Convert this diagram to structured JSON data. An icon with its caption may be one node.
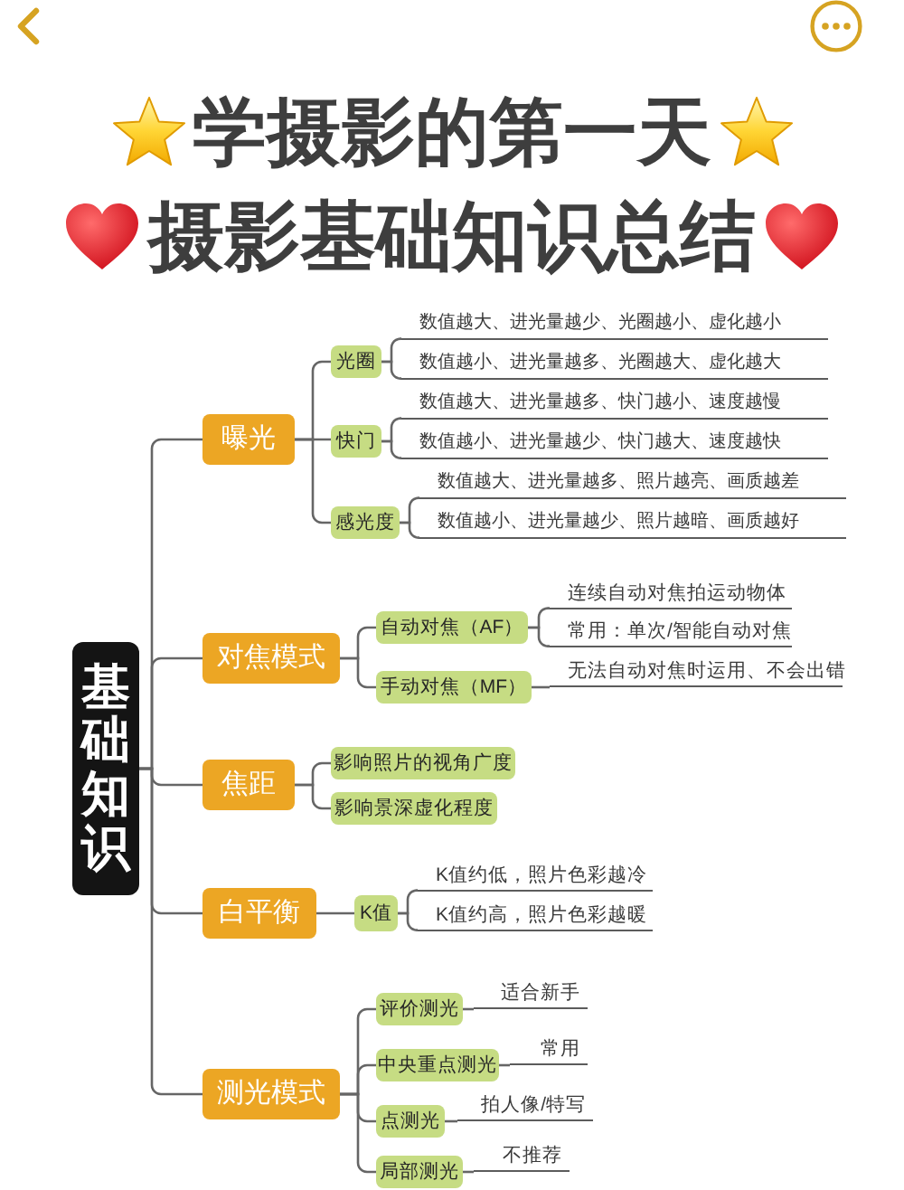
{
  "diagram": {
    "title": "学摄影的第一天",
    "nodes": [
      {
        "text": [
          "基础知识"
        ]
      },
      {
        "text": [
          "曝光"
        ]
      },
      {
        "text": [
          "光圈"
        ]
      },
      {
        "text": [
          "数值越大、进光量越少、光圈越小、虚化越小"
        ]
      },
      {
        "text": [
          "数值越小、进光量越多、光圈越大、虚化越大"
        ]
      },
      {
        "text": [
          "快门"
        ]
      },
      {
        "text": [
          "数值越大、进光量越多、快门越小、速度越慢"
        ]
      },
      {
        "text": [
          "数值越小、进光量越少、快门越大、速度越快"
        ]
      },
      {
        "text": [
          "感光度"
        ]
      },
      {
        "text": [
          "数值越大、进光量越多、照片越亮、画质越差"
        ]
      },
      {
        "text": [
          "数值越小、进光量越少、照片越暗、画质越好"
        ]
      },
      {
        "text": [
          "对焦模式"
        ]
      },
      {
        "text": [
          "自动对焦（AF）"
        ]
      },
      {
        "text": [
          "连续自动对焦拍运动物体"
        ]
      },
      {
        "text": [
          "常用：单次/智能自动对焦"
        ]
      },
      {
        "text": [
          "手动对焦（MF）"
        ]
      },
      {
        "text": [
          "无法自动对焦时运用、不会出错"
        ]
      },
      {
        "text": [
          "焦距"
        ]
      },
      {
        "text": [
          "影响照片的视角广度"
        ]
      },
      {
        "text": [
          "影响景深虚化程度"
        ]
      },
      {
        "text": [
          "白平衡"
        ]
      },
      {
        "text": [
          "K值"
        ]
      },
      {
        "text": [
          "K值约低，照片色彩越冷"
        ]
      },
      {
        "text": [
          "K值约高，照片色彩越暖"
        ]
      },
      {
        "text": [
          "测光模式"
        ]
      },
      {
        "text": [
          "评价测光"
        ]
      },
      {
        "text": [
          "适合新手"
        ]
      },
      {
        "text": [
          "中央重点测光"
        ]
      },
      {
        "text": [
          "常用"
        ]
      },
      {
        "text": [
          "点测光"
        ]
      },
      {
        "text": [
          "拍人像/特写"
        ]
      },
      {
        "text": [
          "局部测光"
        ]
      },
      {
        "text": [
          "不推荐"
        ]
      }
    ],
    "edges": [
      {
        "from": 0,
        "to": 1,
        "arrow": "none"
      },
      {
        "from": 1,
        "to": 2,
        "arrow": "none"
      },
      {
        "from": 2,
        "to": 3,
        "arrow": "none"
      },
      {
        "from": 2,
        "to": 4,
        "arrow": "none"
      },
      {
        "from": 1,
        "to": 5,
        "arrow": "none"
      },
      {
        "from": 5,
        "to": 6,
        "arrow": "none"
      },
      {
        "from": 5,
        "to": 7,
        "arrow": "none"
      },
      {
        "from": 1,
        "to": 8,
        "arrow": "none"
      },
      {
        "from": 8,
        "to": 9,
        "arrow": "none"
      },
      {
        "from": 8,
        "to": 10,
        "arrow": "none"
      },
      {
        "from": 0,
        "to": 11,
        "arrow": "none"
      },
      {
        "from": 11,
        "to": 12,
        "arrow": "none"
      },
      {
        "from": 12,
        "to": 13,
        "arrow": "none"
      },
      {
        "from": 12,
        "to": 14,
        "arrow": "none"
      },
      {
        "from": 11,
        "to": 15,
        "arrow": "none"
      },
      {
        "from": 15,
        "to": 16,
        "arrow": "none"
      },
      {
        "from": 0,
        "to": 17,
        "arrow": "none"
      },
      {
        "from": 17,
        "to": 18,
        "arrow": "none"
      },
      {
        "from": 17,
        "to": 19,
        "arrow": "none"
      },
      {
        "from": 0,
        "to": 20,
        "arrow": "none"
      },
      {
        "from": 20,
        "to": 21,
        "arrow": "none"
      },
      {
        "from": 21,
        "to": 22,
        "arrow": "none"
      },
      {
        "from": 21,
        "to": 23,
        "arrow": "none"
      },
      {
        "from": 0,
        "to": 24,
        "arrow": "none"
      },
      {
        "from": 24,
        "to": 25,
        "arrow": "none"
      },
      {
        "from": 25,
        "to": 26,
        "arrow": "none"
      },
      {
        "from": 24,
        "to": 27,
        "arrow": "none"
      },
      {
        "from": 27,
        "to": 28,
        "arrow": "none"
      },
      {
        "from": 24,
        "to": 29,
        "arrow": "none"
      },
      {
        "from": 29,
        "to": 30,
        "arrow": "none"
      },
      {
        "from": 24,
        "to": 31,
        "arrow": "none"
      },
      {
        "from": 31,
        "to": 32,
        "arrow": "none"
      }
    ],
    "labels": [
      "摄影基础知识总结"
    ]
  }
}
